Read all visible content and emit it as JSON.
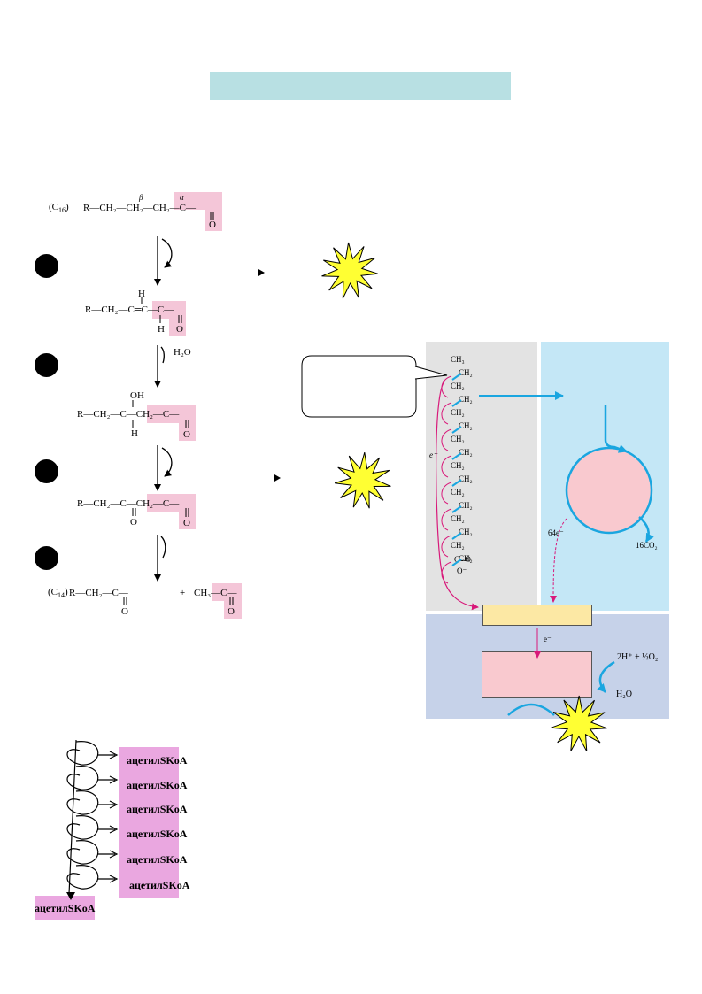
{
  "colors": {
    "title_bar": "#b8e0e3",
    "highlight_pink": "#f4c6d8",
    "acetyl_label": "#eaa7e0",
    "panel_gray": "#e3e3e3",
    "panel_blue": "#c4e7f6",
    "panel_lavender": "#c6d2e9",
    "arrow_cyan": "#1aa6e0",
    "electron_magenta": "#d8197a",
    "starburst": "#ffff33"
  },
  "scheme": {
    "start": {
      "prefix": "(C",
      "prefix_sub": "16",
      "prefix_end": ")",
      "beta": "β",
      "alpha": "α",
      "chain": "R—CH₂—CH₂—CH₂—C—",
      "oxygen": "O"
    },
    "step2": {
      "hydrogen_top": "H",
      "hydrogen_bottom": "H",
      "chain": "R—CH₂—C═C—C—",
      "oxygen": "O"
    },
    "step3": {
      "water": "H₂O",
      "hydroxyl": "OH",
      "hydrogen": "H",
      "chain": "R—CH₂—C—CH₂—C—",
      "oxygen": "O"
    },
    "step4": {
      "chain": "R—CH₂—C—CH₂—C—",
      "oxygen_1": "O",
      "oxygen_2": "O"
    },
    "product": {
      "prefix": "(C",
      "prefix_sub": "14",
      "prefix_end": ")",
      "chain": "R—CH₂—C—",
      "oxygen_1": "O",
      "plus": "+",
      "acetyl": "CH₃—C—",
      "oxygen_2": "O"
    }
  },
  "mito": {
    "chain_labels": [
      "CH₃",
      "CH₂",
      "CH₂",
      "CH₂",
      "CH₂",
      "CH₂",
      "CH₂",
      "CH₂",
      "CH₂",
      "CH₂",
      "CH₂",
      "CH₂",
      "CH₂",
      "CH₂",
      "CH₂",
      "CH₂"
    ],
    "carboxyl_top": "C═O",
    "carboxyl_bottom": "O⁻",
    "electron_left": "e⁻",
    "electrons_cycle": "64e⁻",
    "co2": "16CO₂",
    "electron_etc": "e⁻",
    "proton_oxygen": "2H⁺ + ½O₂",
    "water": "H₂O"
  },
  "spiral": {
    "acetyl_labels": [
      "ацетилSKoA",
      "ацетилSKoA",
      "ацетилSKoA",
      "ацетилSKoA",
      "ацетилSKoA",
      "ацетилSKoA"
    ],
    "final_label": "ацетилSKoA"
  }
}
